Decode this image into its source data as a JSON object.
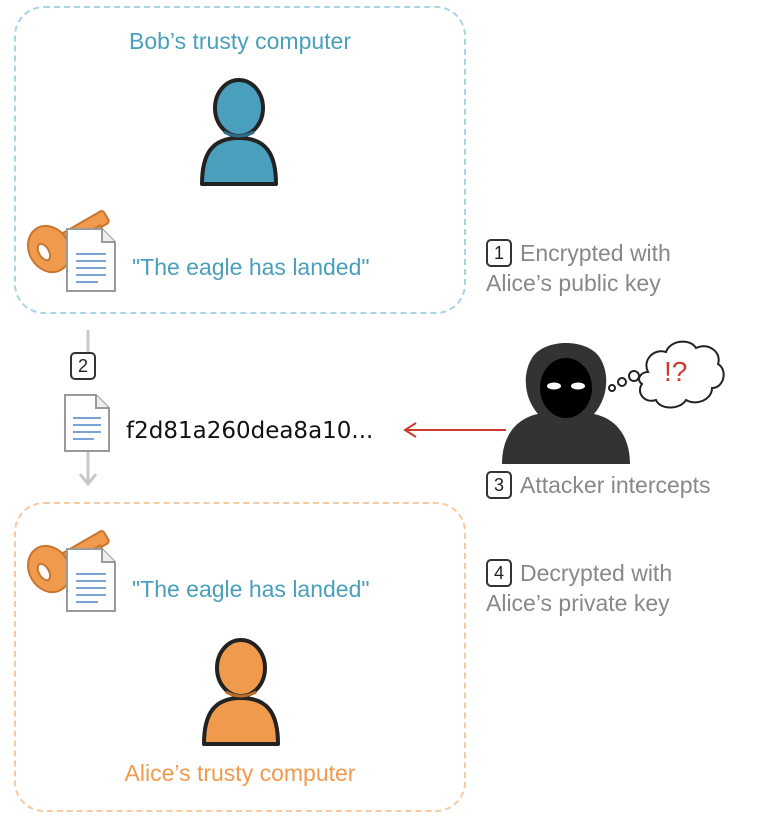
{
  "bob_box": {
    "title": "Bob’s trusty computer",
    "message": "\"The eagle has landed\""
  },
  "alice_box": {
    "title": "Alice’s trusty computer",
    "message": "\"The eagle has landed\""
  },
  "transit": {
    "step_number": "2",
    "ciphertext": "f2d81a260dea8a10..."
  },
  "steps": [
    {
      "number": "1",
      "line1": "Encrypted with",
      "line2": "Alice’s public key"
    },
    {
      "number": "3",
      "line1": "Attacker intercepts"
    },
    {
      "number": "4",
      "line1": "Decrypted with",
      "line2": "Alice’s private key"
    }
  ],
  "attacker": {
    "thought": "!?"
  },
  "colors": {
    "bob": "#4a9fbd",
    "alice": "#f09a4d",
    "attacker": "#333333",
    "arrow": "#cc3b2d",
    "step_text": "#888888"
  },
  "icons": [
    "person-icon",
    "key-icon",
    "document-icon",
    "hooded-attacker-icon",
    "thought-bubble-icon",
    "arrow-left-icon",
    "arrow-down-icon"
  ]
}
